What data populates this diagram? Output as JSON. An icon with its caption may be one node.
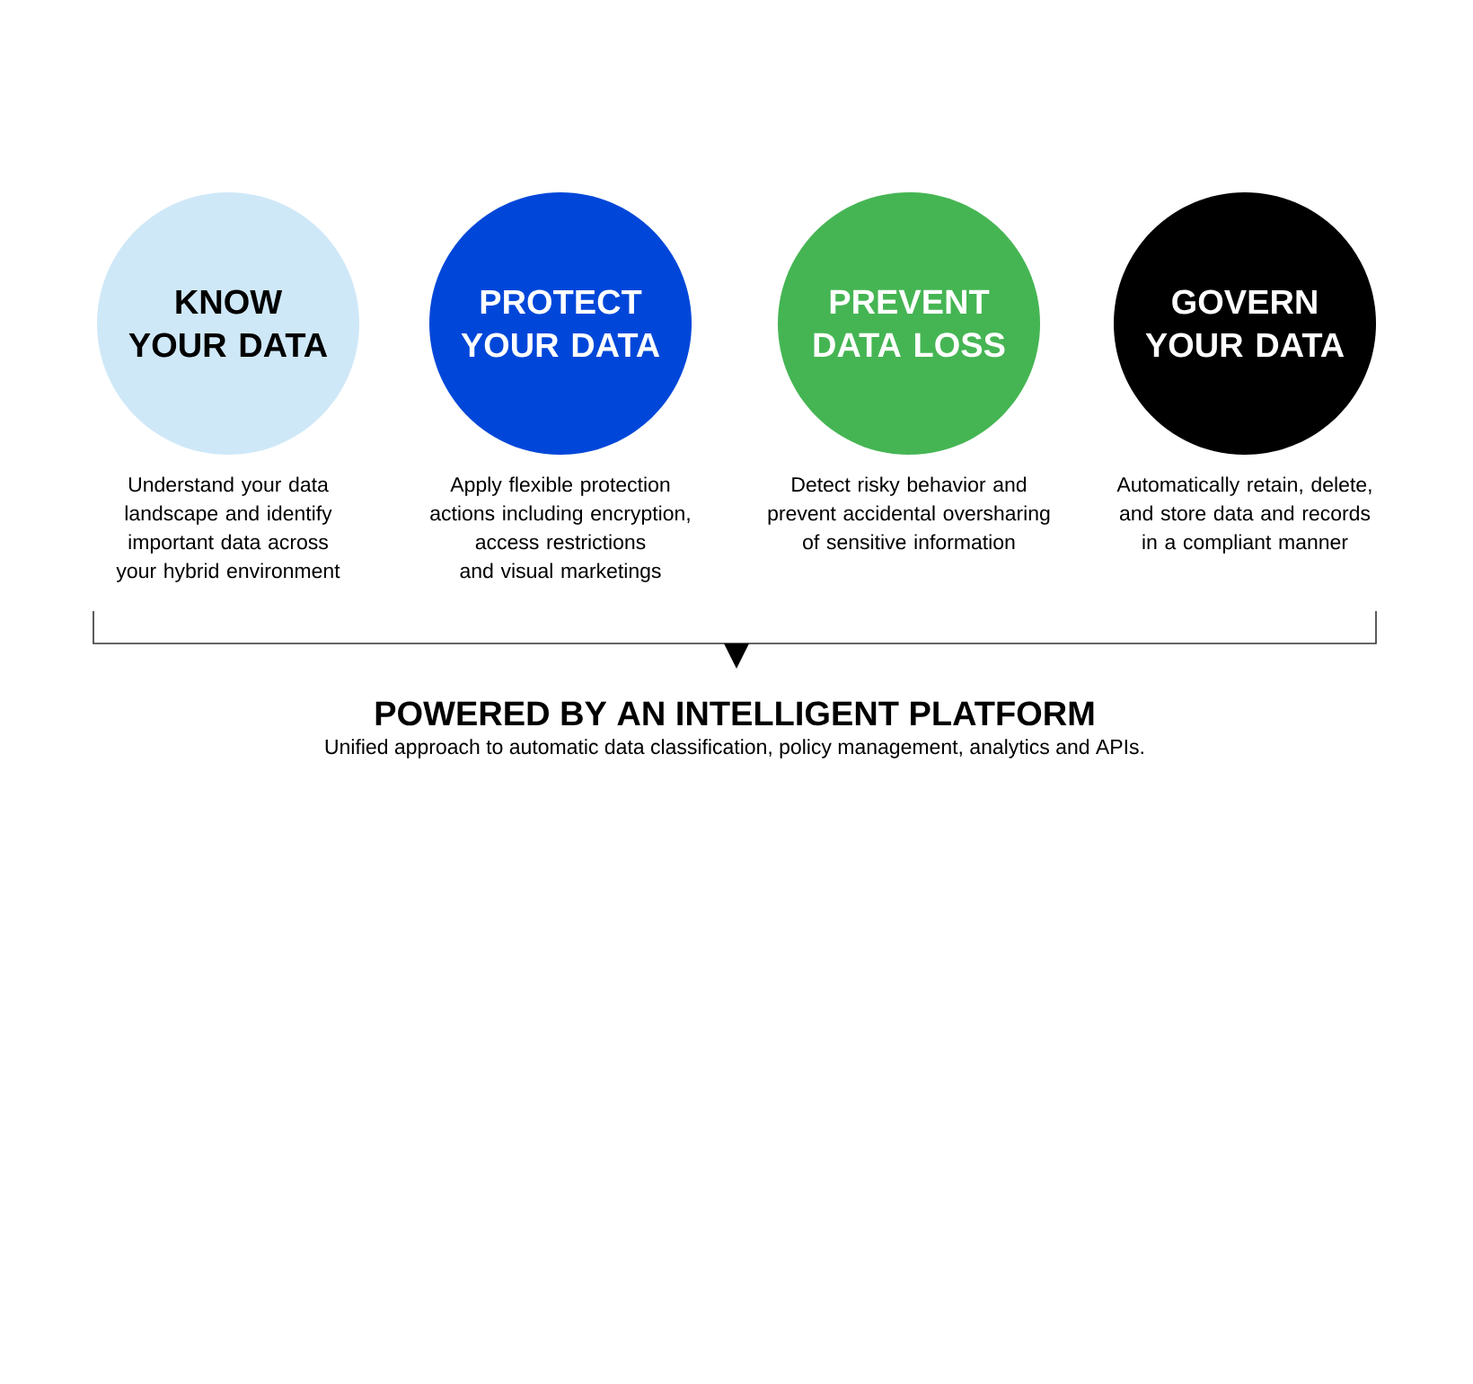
{
  "diagram": {
    "nodes": [
      {
        "text": [
          "KNOW YOUR DATA"
        ],
        "beside": [
          "Understand your data landscape and identify important data across your hybrid environment"
        ]
      },
      {
        "text": [
          "PROTECT YOUR DATA"
        ],
        "beside": [
          "Apply flexible protection actions including encryption, access restrictions and visual marketings"
        ]
      },
      {
        "text": [
          "PREVENT DATA LOSS"
        ],
        "beside": [
          "Detect risky behavior and prevent accidental oversharing of sensitive information"
        ]
      },
      {
        "text": [
          "GOVERN YOUR DATA"
        ],
        "beside": [
          "Automatically retain, delete, and store data and records in a compliant manner"
        ]
      },
      {
        "text": [
          "POWERED BY AN INTELLIGENT PLATFORM",
          "Unified approach to automatic data classification, policy management, analytics and APIs."
        ]
      }
    ],
    "edges": []
  }
}
